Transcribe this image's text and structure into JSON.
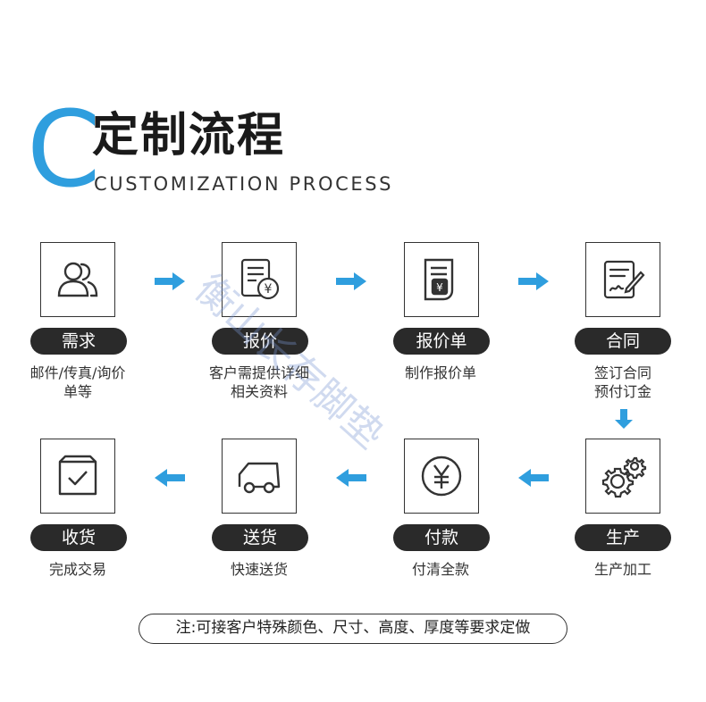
{
  "header": {
    "letter": "C",
    "title_cn": "定制流程",
    "title_en": "CUSTOMIZATION PROCESS"
  },
  "accent_color": "#2f9ede",
  "steps": [
    {
      "label": "需求",
      "desc_line1": "邮件/传真/询价",
      "desc_line2": "单等",
      "icon": "users-icon"
    },
    {
      "label": "报价",
      "desc_line1": "客户需提供详细",
      "desc_line2": "相关资料",
      "icon": "price-document-icon"
    },
    {
      "label": "报价单",
      "desc_line1": "制作报价单",
      "desc_line2": "",
      "icon": "quote-sheet-icon"
    },
    {
      "label": "合同",
      "desc_line1": "签订合同",
      "desc_line2": "预付订金",
      "icon": "contract-sign-icon"
    },
    {
      "label": "生产",
      "desc_line1": "生产加工",
      "desc_line2": "",
      "icon": "gears-icon"
    },
    {
      "label": "付款",
      "desc_line1": "付清全款",
      "desc_line2": "",
      "icon": "yen-coin-icon"
    },
    {
      "label": "送货",
      "desc_line1": "快速送货",
      "desc_line2": "",
      "icon": "truck-icon"
    },
    {
      "label": "收货",
      "desc_line1": "完成交易",
      "desc_line2": "",
      "icon": "package-check-icon"
    }
  ],
  "note": "注:可接客户特殊颜色、尺寸、高度、厚度等要求定做",
  "watermark": "衡山长存脚垫"
}
